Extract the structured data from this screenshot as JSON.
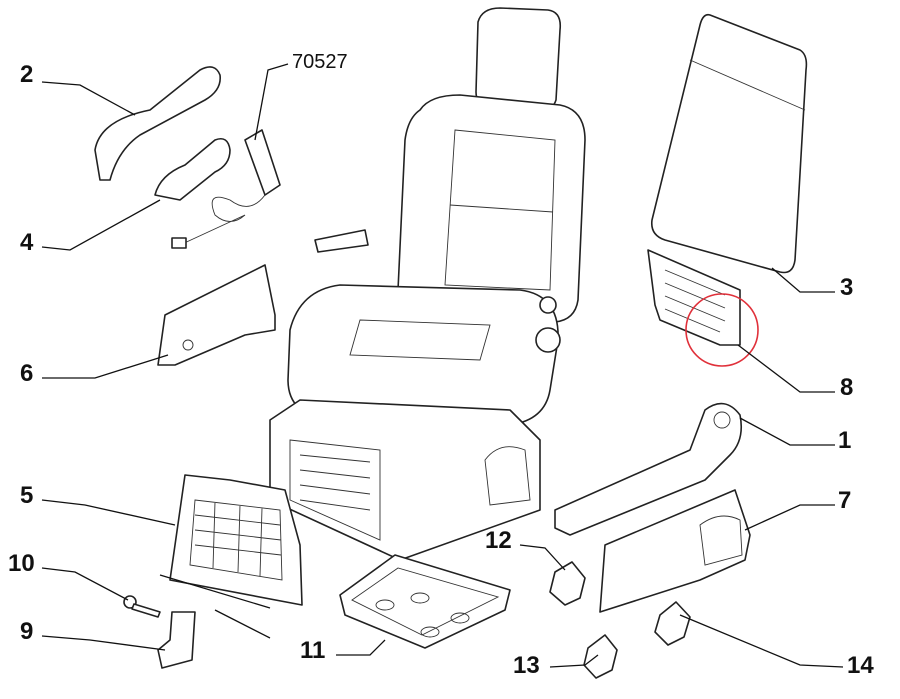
{
  "diagram": {
    "title": "Seat exploded parts diagram",
    "callouts": [
      {
        "id": "2",
        "label": "2"
      },
      {
        "id": "70527",
        "label": "70527"
      },
      {
        "id": "4",
        "label": "4"
      },
      {
        "id": "6",
        "label": "6"
      },
      {
        "id": "5",
        "label": "5"
      },
      {
        "id": "10",
        "label": "10"
      },
      {
        "id": "9",
        "label": "9"
      },
      {
        "id": "11",
        "label": "11"
      },
      {
        "id": "12",
        "label": "12"
      },
      {
        "id": "13",
        "label": "13"
      },
      {
        "id": "14",
        "label": "14"
      },
      {
        "id": "7",
        "label": "7"
      },
      {
        "id": "1",
        "label": "1"
      },
      {
        "id": "8",
        "label": "8"
      },
      {
        "id": "3",
        "label": "3"
      }
    ],
    "highlight_color": "#e0303a"
  }
}
